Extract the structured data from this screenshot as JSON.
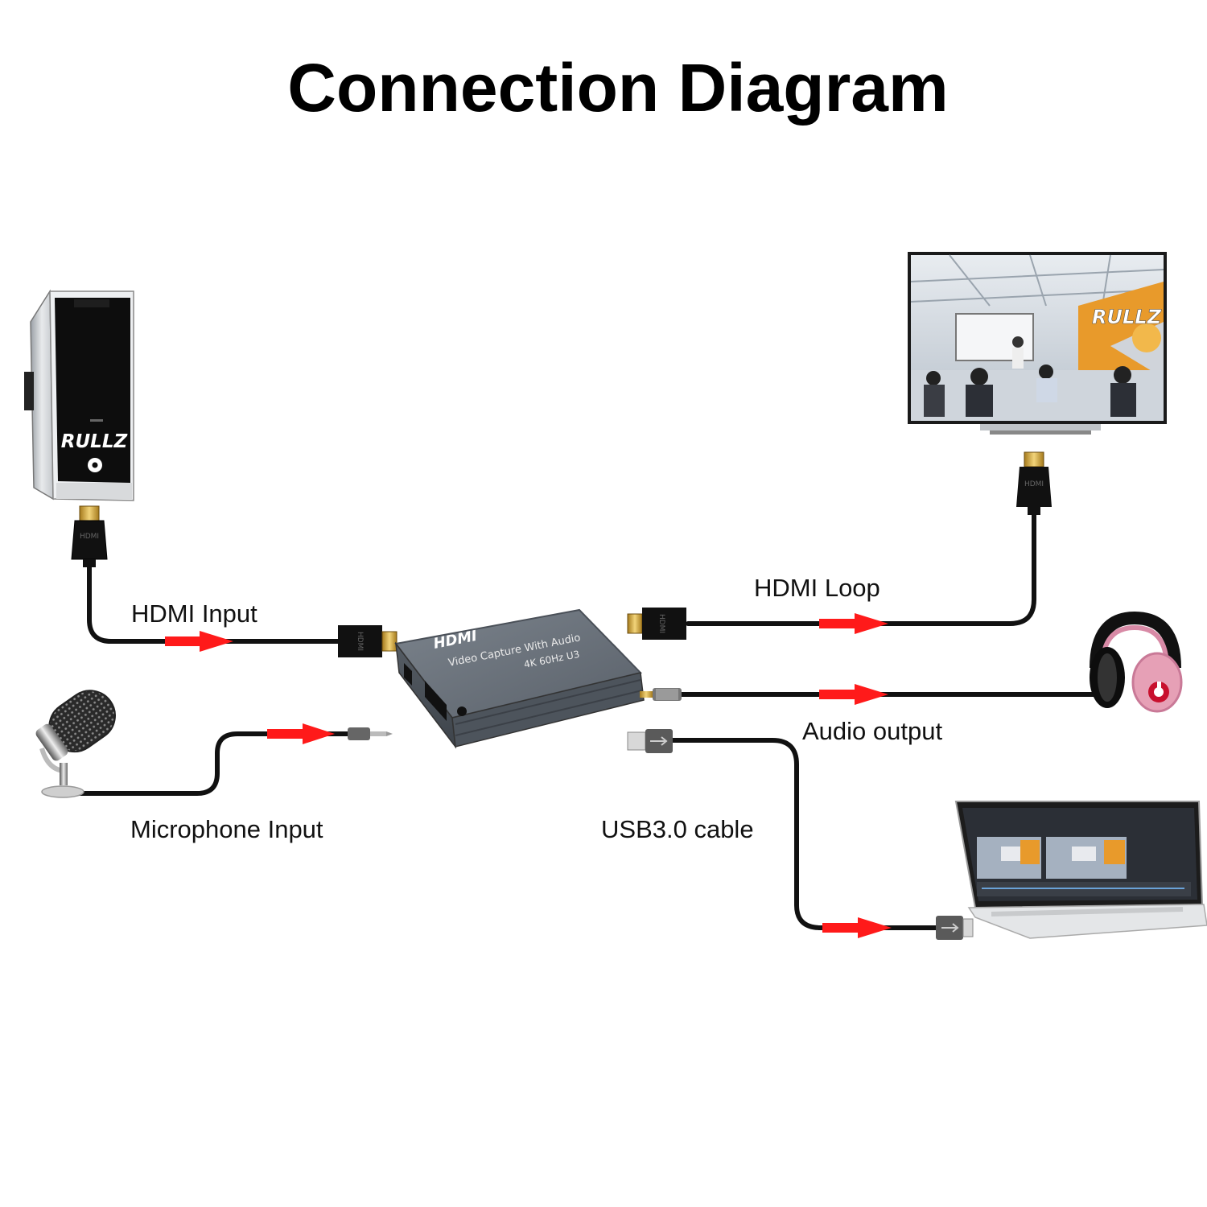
{
  "title": "Connection Diagram",
  "brand": "RULLZ",
  "labels": {
    "hdmi_input": "HDMI Input",
    "hdmi_loop": "HDMI Loop",
    "audio_output": "Audio output",
    "microphone_input": "Microphone Input",
    "usb_cable": "USB3.0 cable"
  },
  "capture_device": {
    "logo": "HDMI",
    "line1": "Video Capture With Audio",
    "line2": "4K 60Hz U3"
  },
  "connector_mark": "HDMI",
  "colors": {
    "cable": "#111111",
    "arrow": "#ff1a1a",
    "device_body": "#5f6670",
    "tv_frame": "#1a1a1a",
    "pc_front": "#101010",
    "headphone_pink": "#e6a0b6"
  },
  "icons": [
    "desktop-pc-icon",
    "television-icon",
    "headphones-icon",
    "microphone-icon",
    "laptop-icon",
    "capture-card-icon",
    "hdmi-plug-icon",
    "usb-plug-icon",
    "audio-jack-icon"
  ]
}
